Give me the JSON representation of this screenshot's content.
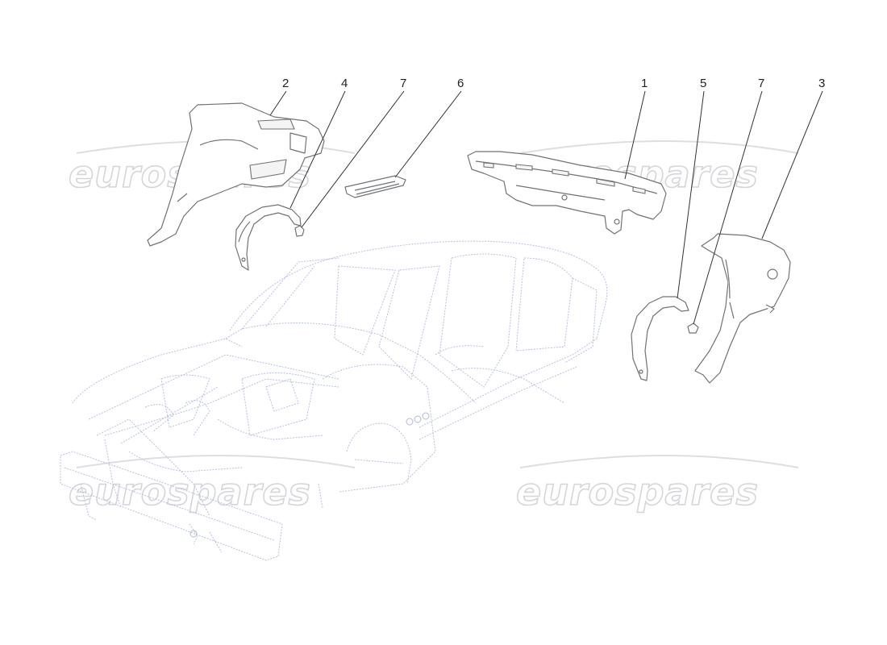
{
  "callouts": [
    {
      "id": "c2",
      "label": "2"
    },
    {
      "id": "c4",
      "label": "4"
    },
    {
      "id": "c7a",
      "label": "7"
    },
    {
      "id": "c6",
      "label": "6"
    },
    {
      "id": "c1",
      "label": "1"
    },
    {
      "id": "c5",
      "label": "5"
    },
    {
      "id": "c7b",
      "label": "7"
    },
    {
      "id": "c3",
      "label": "3"
    }
  ],
  "watermark": {
    "text": "eurospares"
  }
}
